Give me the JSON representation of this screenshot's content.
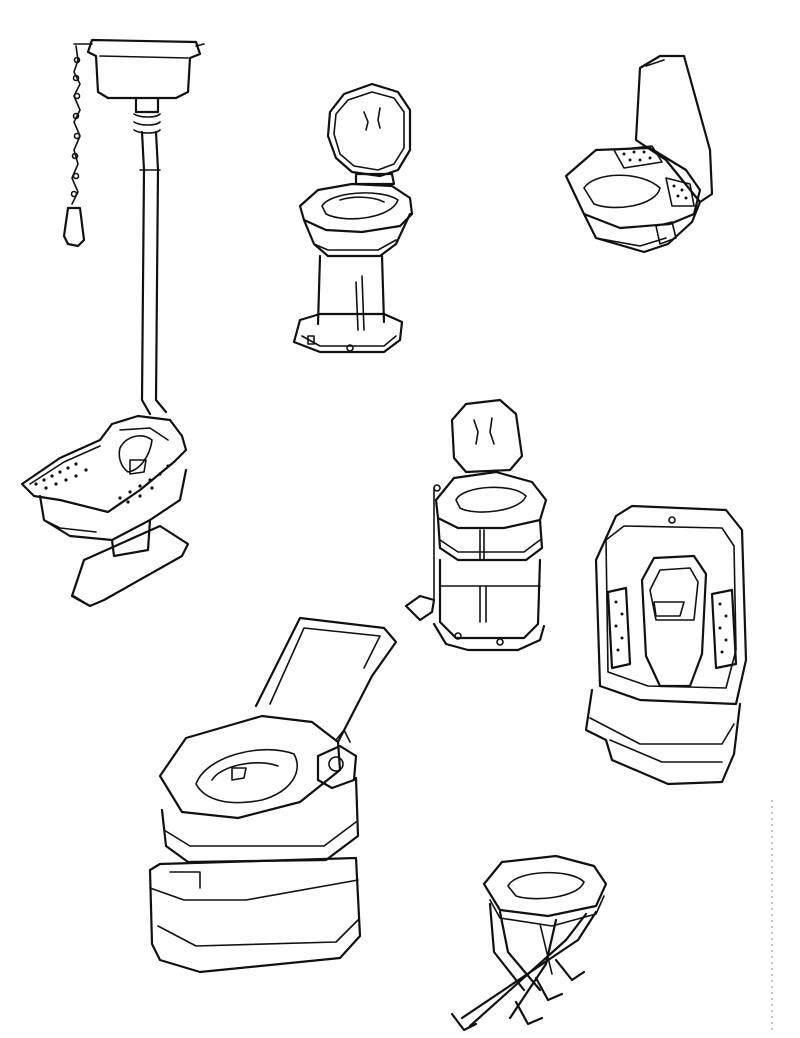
{
  "sheet": {
    "background": "#ffffff",
    "ink_color": "#111111"
  },
  "drawings": [
    {
      "name": "high-tank-chain-pull-toilet",
      "style": "line-drawing"
    },
    {
      "name": "pedestal-toilet-with-raised-lid",
      "style": "line-drawing"
    },
    {
      "name": "wall-hung-toilet",
      "style": "line-drawing"
    },
    {
      "name": "squat-pan-with-footrests",
      "style": "line-drawing"
    },
    {
      "name": "compact-toilet-with-lid",
      "style": "line-drawing"
    },
    {
      "name": "squat-toilet-floor-plate",
      "style": "line-drawing"
    },
    {
      "name": "portable-camping-toilet",
      "style": "line-drawing"
    },
    {
      "name": "folding-commode-stool",
      "style": "line-drawing"
    }
  ]
}
